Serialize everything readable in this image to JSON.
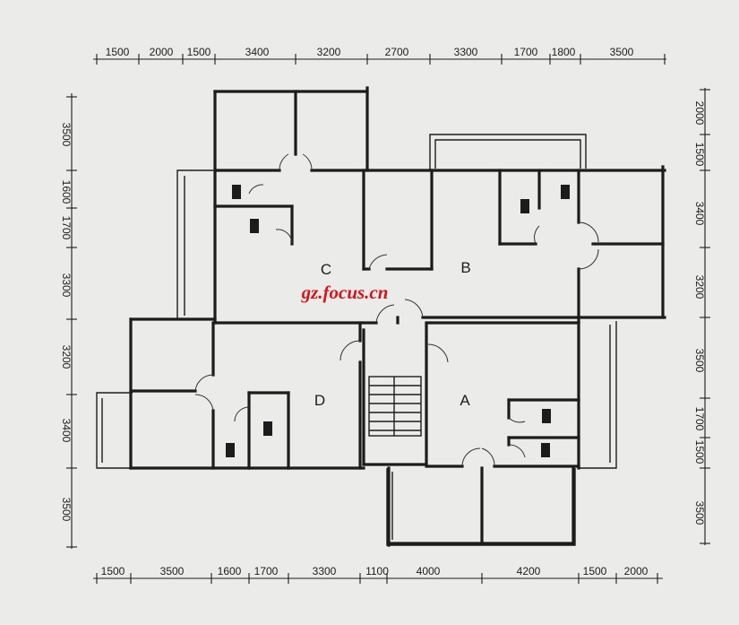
{
  "dimensions": {
    "top": [
      "1500",
      "2000",
      "1500",
      "3400",
      "3200",
      "2700",
      "3300",
      "1700",
      "1800",
      "3500"
    ],
    "bottom": [
      "1500",
      "3500",
      "1600",
      "1700",
      "3300",
      "1100",
      "4000",
      "4200",
      "1500",
      "2000"
    ],
    "left": [
      "3500",
      "1600",
      "1700",
      "3300",
      "3200",
      "3400",
      "3500"
    ],
    "right": [
      "2000",
      "1500",
      "3400",
      "3200",
      "3500",
      "1700",
      "1500",
      "3500"
    ]
  },
  "units": {
    "a": "A",
    "b": "B",
    "c": "C",
    "d": "D"
  },
  "watermark": "gz.focus.cn",
  "colors": {
    "ink": "#1c1c1c",
    "paper": "#ebebea",
    "watermark": "#d8141b"
  }
}
